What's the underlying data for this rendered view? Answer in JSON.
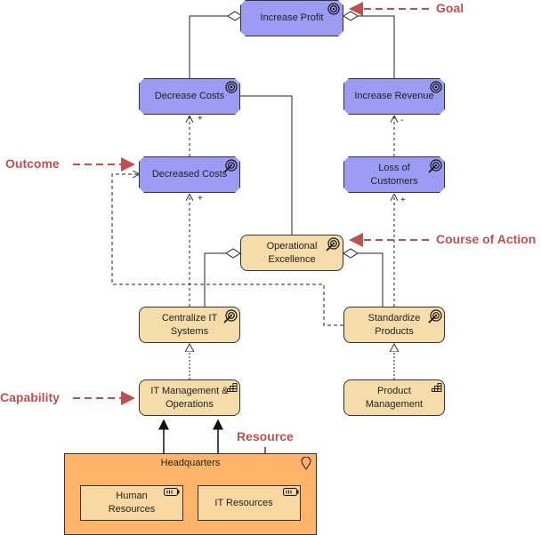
{
  "goals": {
    "increase_profit": "Increase Profit",
    "decrease_costs": "Decrease Costs",
    "increase_revenue": "Increase Revenue"
  },
  "outcomes": {
    "decreased_costs": "Decreased Costs",
    "loss_of_customers": "Loss of Customers"
  },
  "course_of_action": {
    "operational_excellence": "Operational Excellence"
  },
  "capabilities": {
    "centralize_it": "Centralize IT Systems",
    "standardize_products": "Standardize Products",
    "it_management": "IT Management & Operations",
    "product_management": "Product Management"
  },
  "resources": {
    "headquarters": "Headquarters",
    "human_resources": "Human Resources",
    "it_resources": "IT Resources"
  },
  "influence_signs": {
    "plus_decreased_to_decrease": "+",
    "plus_centralize_to_decreased": "+",
    "minus_loss_to_increase": "-",
    "plus_standardize_to_loss": "+"
  },
  "callouts": {
    "goal": "Goal",
    "outcome": "Outcome",
    "course_of_action": "Course of Action",
    "capability": "Capability",
    "resource": "Resource"
  },
  "colors": {
    "goal_fill": "#9b9bf3",
    "strategy_fill": "#f5dca8",
    "resource_group_fill": "#ffb46a",
    "callout": "#c0504d"
  },
  "icons": {
    "goal": "target-icon",
    "outcome": "target-arrow-icon",
    "course_of_action": "target-arrow-icon",
    "capability": "capability-grid-icon",
    "resource": "battery-icon",
    "location": "location-pin-icon"
  }
}
